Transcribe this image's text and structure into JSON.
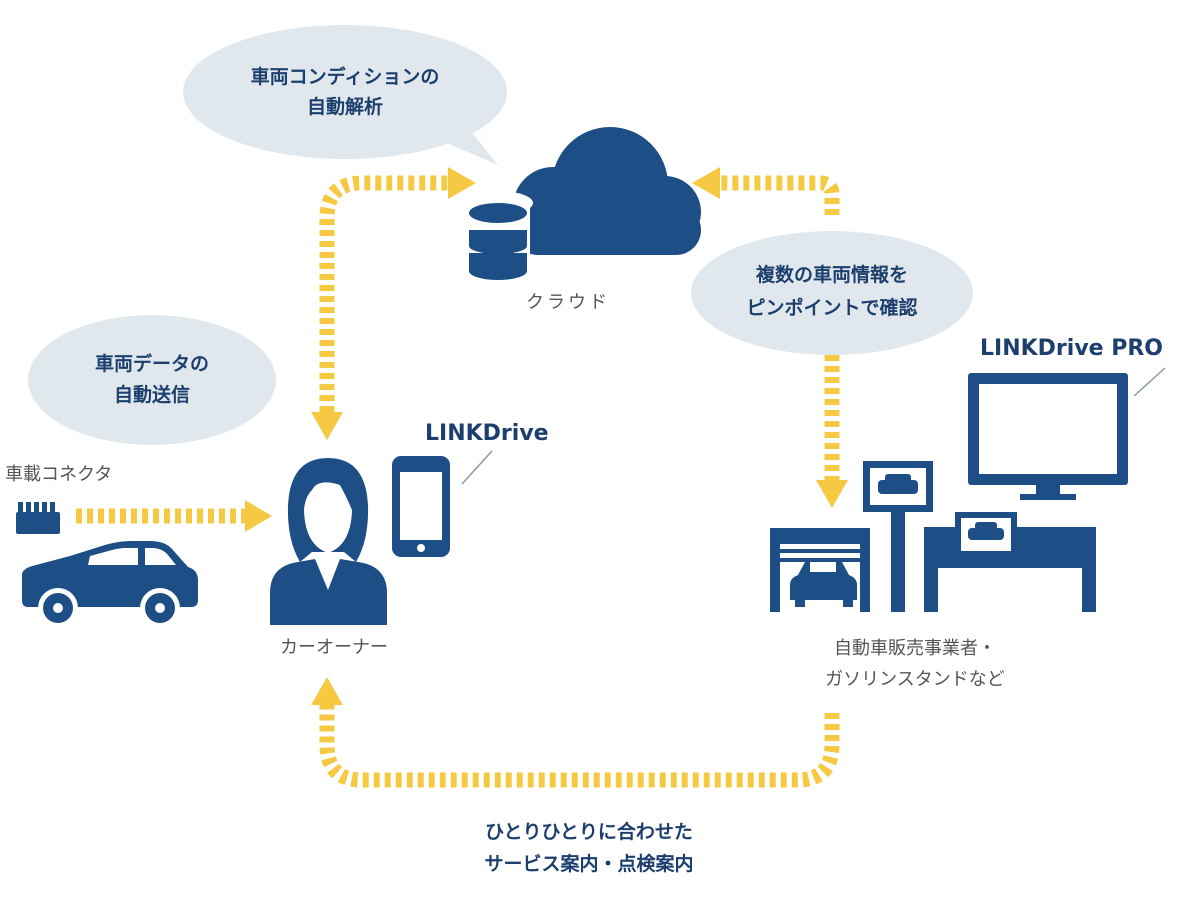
{
  "bubbles": {
    "condition": {
      "line1": "車両コンディションの",
      "line2": "自動解析"
    },
    "data_send": {
      "line1": "車両データの",
      "line2": "自動送信"
    },
    "multi_vehicle": {
      "line1": "複数の車両情報を",
      "line2": "ピンポイントで確認"
    }
  },
  "labels": {
    "cloud": "クラウド",
    "connector": "車載コネクタ",
    "owner": "カーオーナー",
    "linkdrive": "LINKDrive",
    "linkdrive_pro": "LINKDrive PRO",
    "dealer_line1": "自動車販売事業者・",
    "dealer_line2": "ガソリンスタンドなど",
    "service_line1": "ひとりひとりに合わせた",
    "service_line2": "サービス案内・点検案内"
  },
  "colors": {
    "navy": "#1d4f86",
    "arrow": "#f6c943",
    "bubble": "#e1e8ed",
    "text_navy": "#1d3f6e",
    "text_gray": "#555555"
  }
}
